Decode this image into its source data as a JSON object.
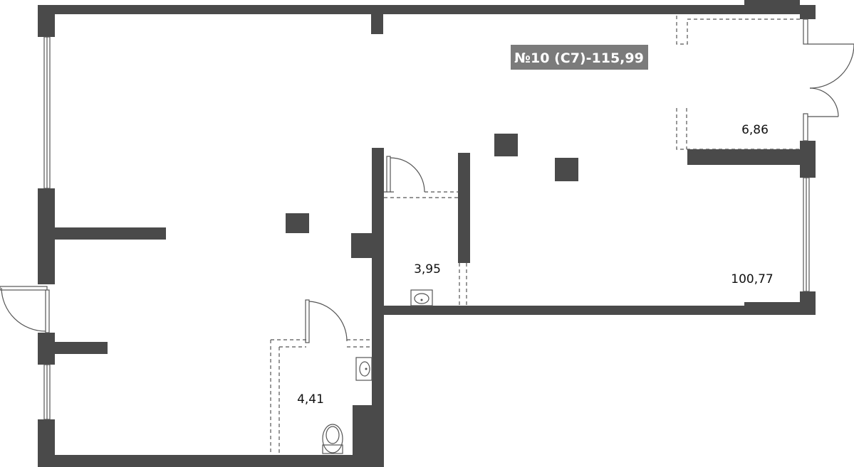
{
  "plan": {
    "title": "№10 (С7)-115,99",
    "rooms": [
      {
        "id": "terrace",
        "area": "6,86"
      },
      {
        "id": "bathroom-small",
        "area": "3,95"
      },
      {
        "id": "main-hall",
        "area": "100,77"
      },
      {
        "id": "bathroom-large",
        "area": "4,41"
      }
    ]
  },
  "colors": {
    "wall": "#4a4a4a",
    "title_background": "#7b7b7b",
    "title_text": "#ffffff"
  }
}
